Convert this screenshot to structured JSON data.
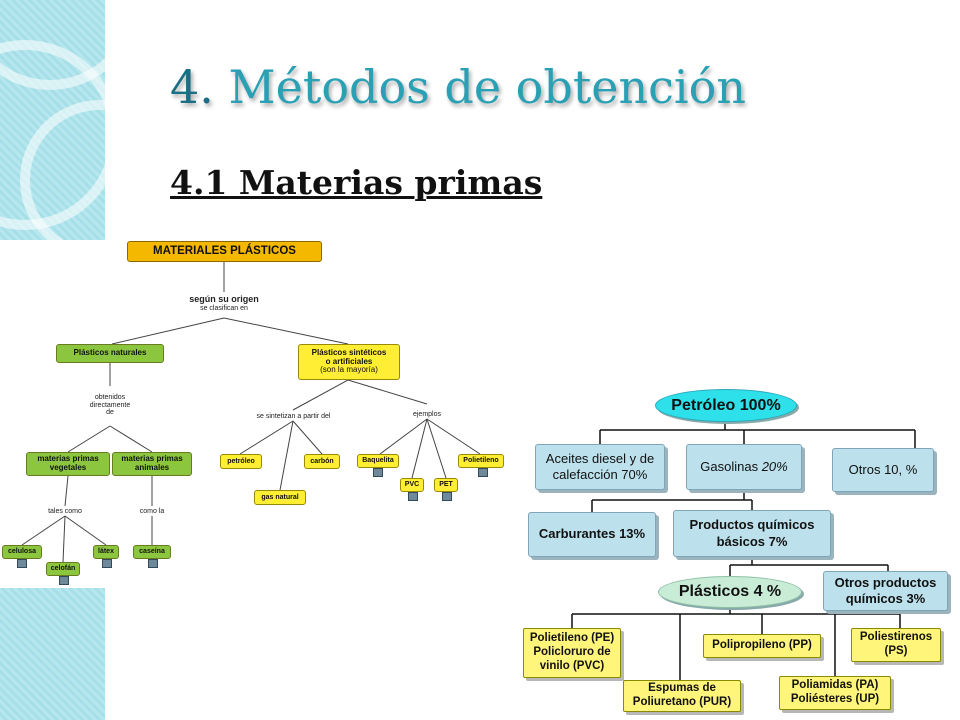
{
  "slide": {
    "title_number": "4.",
    "title_text": "Métodos de obtención",
    "subtitle": "4.1 Materias primas"
  },
  "concept_map": {
    "root": "MATERIALES PLÁSTICOS",
    "link_origin": "según su origen",
    "link_origin_sub": "se clasifican en",
    "naturales": "Plásticos naturales",
    "sinteticos_line1": "Plásticos sintéticos",
    "sinteticos_line2": "o artificiales",
    "sinteticos_sub": "(son la mayoría)",
    "link_obtenidos": "obtenidos",
    "link_directamente": "directamente",
    "link_de": "de",
    "mp_vegetales": "materias primas vegetales",
    "mp_animales": "materias primas animales",
    "link_tales_como": "tales como",
    "link_como_la": "como la",
    "celulosa": "celulosa",
    "celofan": "celofán",
    "latex": "látex",
    "caseina": "caseína",
    "link_sintetizan": "se sintetizan a partir del",
    "link_ejemplos": "ejemplos",
    "petroleo": "petróleo",
    "carbon": "carbón",
    "gas_natural": "gas natural",
    "baquelita": "Baquelita",
    "pvc": "PVC",
    "pet": "PET",
    "polietileno": "Polietileno"
  },
  "petroleum_diagram": {
    "petroleo": "Petróleo 100%",
    "aceites": "Aceites diesel y de calefacción 70%",
    "gasolinas_label": "Gasolinas",
    "gasolinas_pct": "20%",
    "otros": "Otros 10, %",
    "carburantes": "Carburantes 13%",
    "productos_quimicos": "Productos químicos básicos 7%",
    "plasticos": "Plásticos 4 %",
    "otros_productos": "Otros productos químicos 3%",
    "polietileno": "Polietileno (PE) Policloruro de vinilo (PVC)",
    "polipropileno": "Polipropileno  (PP)",
    "poliestirenos": "Poliestirenos (PS)",
    "espumas": "Espumas de Poliuretano (PUR)",
    "poliamidas": "Poliamidas (PA) Poliésteres (UP)"
  }
}
